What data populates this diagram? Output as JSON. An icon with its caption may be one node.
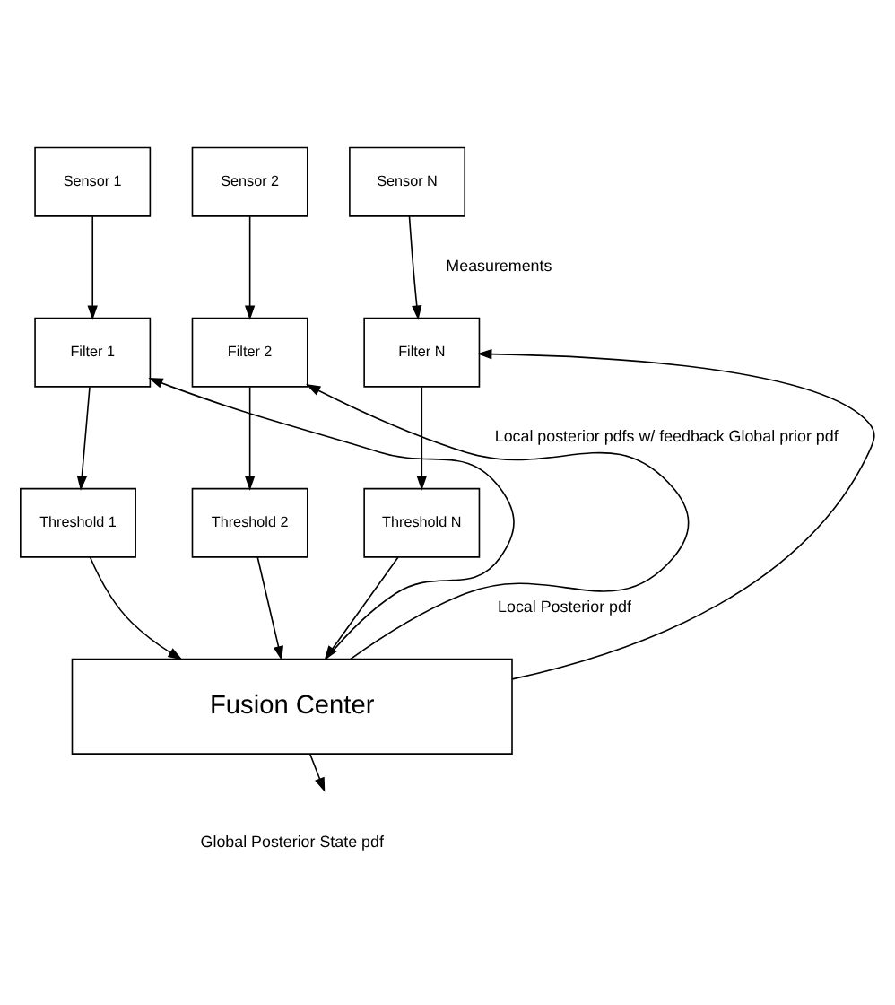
{
  "diagram": {
    "nodes": [
      {
        "text": [
          "Sensor 1"
        ]
      },
      {
        "text": [
          "Sensor 2"
        ]
      },
      {
        "text": [
          "Sensor N"
        ]
      },
      {
        "text": [
          "Filter 1"
        ]
      },
      {
        "text": [
          "Filter 2"
        ]
      },
      {
        "text": [
          "Filter N"
        ]
      },
      {
        "text": [
          "Threshold 1"
        ]
      },
      {
        "text": [
          "Threshold 2"
        ]
      },
      {
        "text": [
          "Threshold N"
        ]
      },
      {
        "text": [
          "Fusion Center"
        ]
      }
    ],
    "edges": [
      {
        "from": 0,
        "to": 3,
        "arrow": "to"
      },
      {
        "from": 1,
        "to": 4,
        "arrow": "to"
      },
      {
        "from": 2,
        "to": 5,
        "arrow": "to"
      },
      {
        "from": 3,
        "to": 6,
        "arrow": "to"
      },
      {
        "from": 4,
        "to": 7,
        "arrow": "to"
      },
      {
        "from": 5,
        "to": 8,
        "arrow": "to"
      },
      {
        "from": 6,
        "to": 9,
        "arrow": "to"
      },
      {
        "from": 7,
        "to": 9,
        "arrow": "to"
      },
      {
        "from": 8,
        "to": 9,
        "arrow": "to"
      },
      {
        "from": 9,
        "to": 3,
        "arrow": "to"
      },
      {
        "from": 9,
        "to": 4,
        "arrow": "to"
      },
      {
        "from": 9,
        "to": 5,
        "arrow": "to"
      },
      {
        "from": 9,
        "to": null,
        "arrow": "to"
      }
    ],
    "labels": [
      "Measurements",
      "Local posterior pdfs w/ feedback Global prior pdf",
      "Local Posterior pdf",
      "Global Posterior State pdf"
    ]
  }
}
